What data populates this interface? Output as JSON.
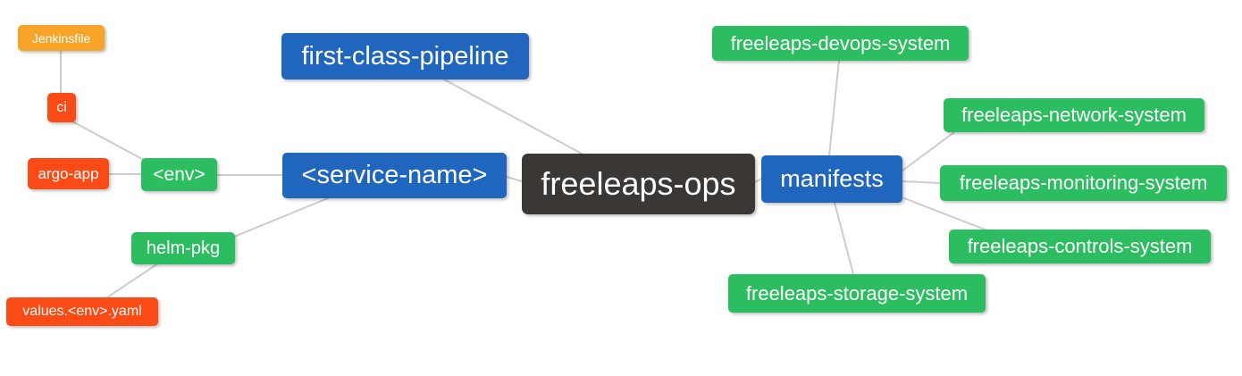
{
  "diagram": {
    "type": "mindmap",
    "root_label": "freeleaps-ops",
    "palette": {
      "root_bg": "#3B3735",
      "branch_bg": "#2066BF",
      "green_bg": "#2BBD5F",
      "red_bg": "#FA4A16",
      "orange_bg": "#F8A428",
      "text": "#FFFFFF",
      "edge_line": "#CCCCCC",
      "background": "#FFFFFF"
    },
    "nodes": [
      {
        "id": "freeleaps-ops",
        "label": "freeleaps-ops",
        "color": "dark"
      },
      {
        "id": "first-class-pipeline",
        "label": "first-class-pipeline",
        "color": "blue"
      },
      {
        "id": "service-name",
        "label": "<service-name>",
        "color": "blue"
      },
      {
        "id": "manifests",
        "label": "manifests",
        "color": "blue"
      },
      {
        "id": "env",
        "label": "<env>",
        "color": "green"
      },
      {
        "id": "helm-pkg",
        "label": "helm-pkg",
        "color": "green"
      },
      {
        "id": "ci",
        "label": "ci",
        "color": "red"
      },
      {
        "id": "argo-app",
        "label": "argo-app",
        "color": "red"
      },
      {
        "id": "jenkinsfile",
        "label": "Jenkinsfile",
        "color": "orange"
      },
      {
        "id": "values-env-yaml",
        "label": "values.<env>.yaml",
        "color": "red"
      },
      {
        "id": "freeleaps-devops-system",
        "label": "freeleaps-devops-system",
        "color": "green"
      },
      {
        "id": "freeleaps-network-system",
        "label": "freeleaps-network-system",
        "color": "green"
      },
      {
        "id": "freeleaps-monitoring-system",
        "label": "freeleaps-monitoring-system",
        "color": "green"
      },
      {
        "id": "freeleaps-controls-system",
        "label": "freeleaps-controls-system",
        "color": "green"
      },
      {
        "id": "freeleaps-storage-system",
        "label": "freeleaps-storage-system",
        "color": "green"
      }
    ],
    "edges": [
      {
        "from": "jenkinsfile",
        "to": "ci"
      },
      {
        "from": "ci",
        "to": "env"
      },
      {
        "from": "argo-app",
        "to": "env"
      },
      {
        "from": "env",
        "to": "service-name"
      },
      {
        "from": "helm-pkg",
        "to": "service-name"
      },
      {
        "from": "values-env-yaml",
        "to": "helm-pkg"
      },
      {
        "from": "service-name",
        "to": "freeleaps-ops"
      },
      {
        "from": "first-class-pipeline",
        "to": "freeleaps-ops"
      },
      {
        "from": "freeleaps-ops",
        "to": "manifests"
      },
      {
        "from": "manifests",
        "to": "freeleaps-devops-system"
      },
      {
        "from": "manifests",
        "to": "freeleaps-network-system"
      },
      {
        "from": "manifests",
        "to": "freeleaps-monitoring-system"
      },
      {
        "from": "manifests",
        "to": "freeleaps-controls-system"
      },
      {
        "from": "manifests",
        "to": "freeleaps-storage-system"
      }
    ]
  }
}
